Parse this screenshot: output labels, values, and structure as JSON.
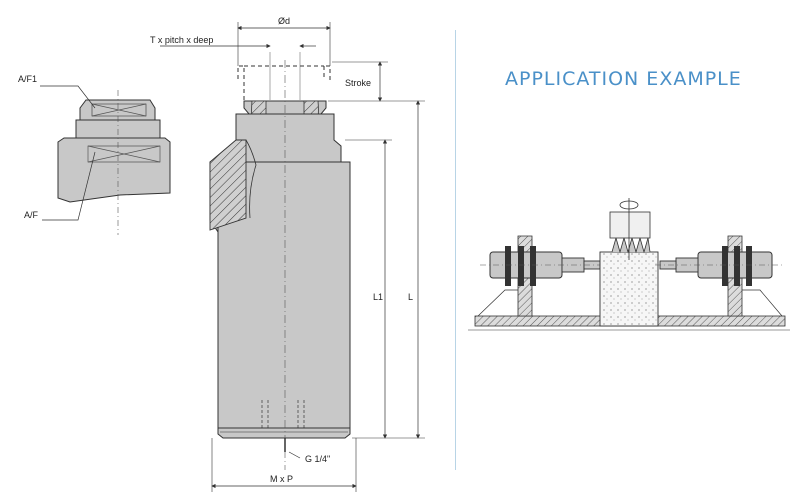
{
  "drawing": {
    "labels": {
      "diameter": "Ød",
      "thread": "T x pitch x deep",
      "stroke": "Stroke",
      "af1": "A/F1",
      "af": "A/F",
      "l1": "L1",
      "l": "L",
      "port": "G 1/4\"",
      "mxp": "M x P"
    }
  },
  "application": {
    "title": "APPLICATION EXAMPLE"
  },
  "colors": {
    "body_fill": "#c8c8c8",
    "line": "#333333",
    "accent": "#4a90c8",
    "divider": "#b8d4e6"
  }
}
